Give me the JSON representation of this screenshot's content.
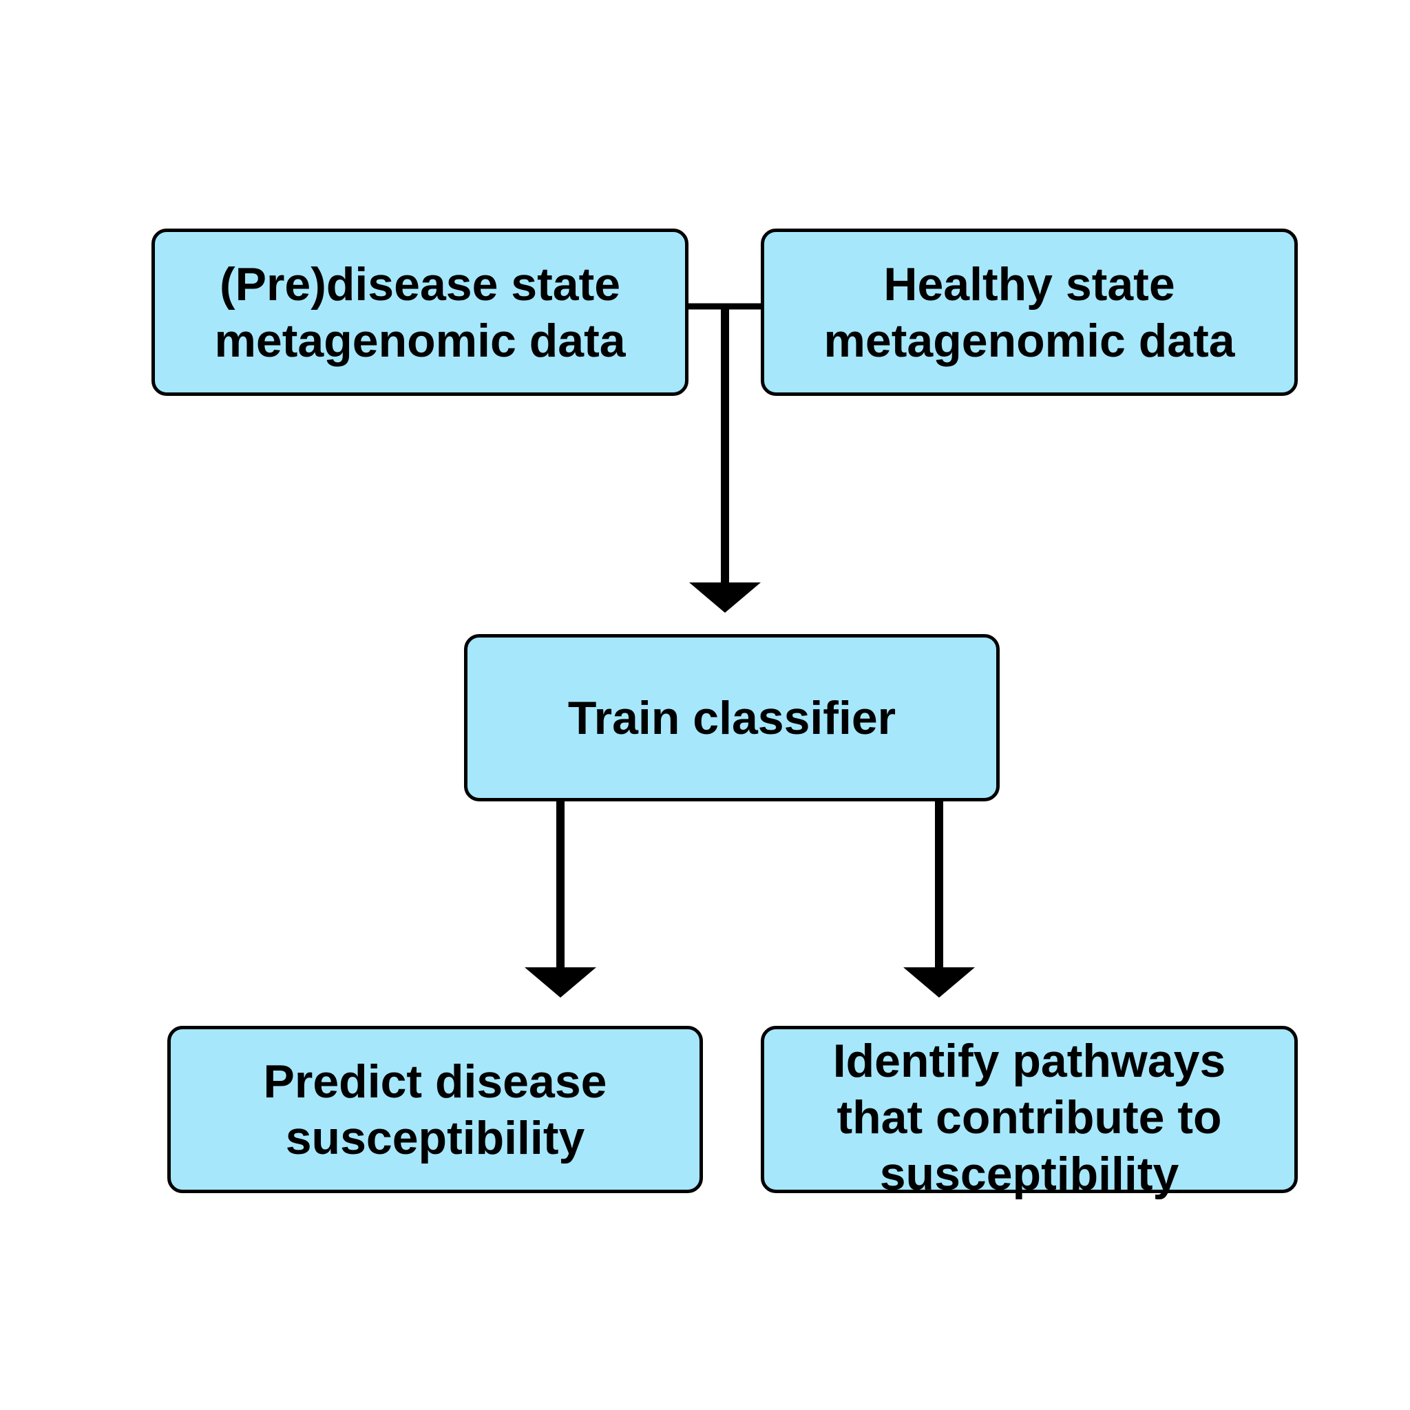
{
  "nodes": {
    "disease_data": {
      "line1": "(Pre)disease state",
      "line2": "metagenomic data"
    },
    "healthy_data": {
      "line1": "Healthy state",
      "line2": "metagenomic data"
    },
    "train_classifier": {
      "line1": "Train classifier"
    },
    "predict": {
      "line1": "Predict disease",
      "line2": "susceptibility"
    },
    "pathways": {
      "line1": "Identify pathways",
      "line2": "that contribute to",
      "line3": "susceptibility"
    }
  },
  "edges": [
    {
      "from": "disease_data",
      "to": "train_classifier"
    },
    {
      "from": "healthy_data",
      "to": "train_classifier"
    },
    {
      "from": "train_classifier",
      "to": "predict"
    },
    {
      "from": "train_classifier",
      "to": "pathways"
    }
  ],
  "colors": {
    "box_fill": "#a6e7fc",
    "box_border": "#000000",
    "connector": "#000000"
  }
}
